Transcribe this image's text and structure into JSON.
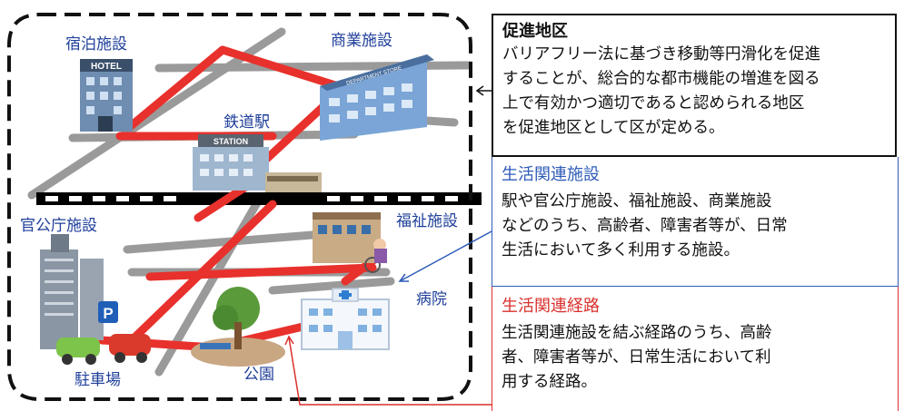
{
  "map": {
    "labels": {
      "lodging": "宿泊施設",
      "commercial": "商業施設",
      "station": "鉄道駅",
      "government": "官公庁施設",
      "welfare": "福祉施設",
      "hospital": "病院",
      "parking": "駐車場",
      "park": "公園"
    },
    "signs": {
      "hotel": "HOTEL",
      "department_store": "DEPARTMENT STORE",
      "station": "STATION",
      "parking": "P"
    }
  },
  "boxes": {
    "promotion": {
      "title": "促進地区",
      "lines": [
        "バリアフリー法に基づき移動等円滑化を促進",
        "することが、総合的な都市機能の増進を図る",
        "上で有効かつ適切であると認められる地区",
        "を促進地区として区が定める。"
      ]
    },
    "facility": {
      "title": "生活関連施設",
      "lines": [
        "駅や官公庁施設、福祉施設、商業施設",
        "などのうち、高齢者、障害者等が、日常",
        "生活において多く利用する施設。"
      ]
    },
    "route": {
      "title": "生活関連経路",
      "lines": [
        "生活関連施設を結ぶ経路のうち、高齢",
        "者、障害者等が、日常生活において利",
        "用する経路。"
      ]
    }
  },
  "colors": {
    "route_red": "#e8312c",
    "road_gray": "#9a9a9a",
    "border_dash": "#111111",
    "facility_blue": "#2e5bb8",
    "route_title_red": "#d9302c",
    "label_blue": "#1f3f9a"
  }
}
